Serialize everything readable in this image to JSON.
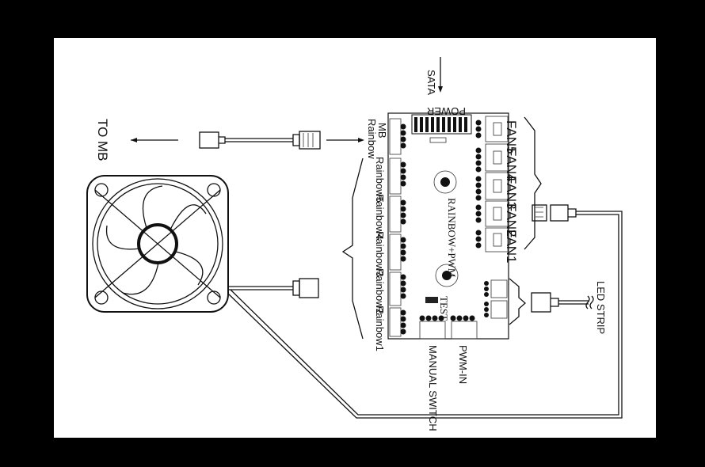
{
  "labels": {
    "to_mb": "TO MB",
    "mb_rainbow_1": "MB",
    "mb_rainbow_2": "Rainbow",
    "rainbow_ports": [
      "Rainbow5",
      "Rainbow4",
      "Rainbow3",
      "Rainbow2",
      "Rainbow1"
    ],
    "fan_ports": [
      "FAN5",
      "FAN4",
      "FAN3",
      "FAN2",
      "FAN1"
    ],
    "power": "POWER",
    "sata": "SATA",
    "board_name": "RAINBOW+PWM",
    "test": "TEST",
    "manual_switch": "MANUAL SWITCH",
    "pwm_in": "PWM-IN",
    "led_strip": "LED STRIP"
  }
}
